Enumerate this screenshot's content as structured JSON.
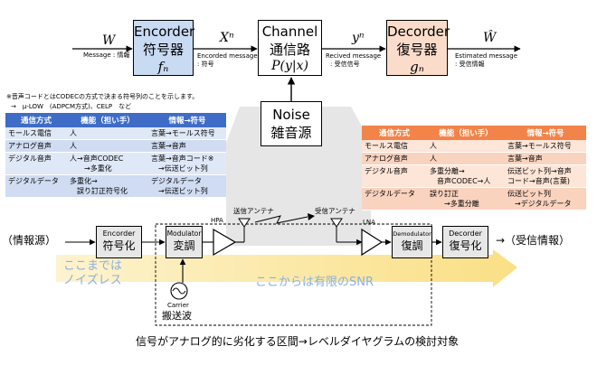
{
  "top_chain": {
    "input_label": "W",
    "input_caption": "Message : 情報",
    "encoder": {
      "title_en": "Encorder",
      "title_jp": "符号器",
      "func": "fₙ"
    },
    "encoded_label": "Xⁿ",
    "encoded_caption_1": "Encorded message",
    "encoded_caption_2": ": 符号",
    "channel": {
      "title_en": "Channel",
      "title_jp": "通信路",
      "func": "P(y|x)"
    },
    "received_label": "yⁿ",
    "received_caption_1": "Recived message",
    "received_caption_2": ": 受信信号",
    "decoder": {
      "title_en": "Decorder",
      "title_jp": "復号器",
      "func": "gₙ"
    },
    "output_label": "Ŵ",
    "output_caption_1": "Estimated message",
    "output_caption_2": ": 受信情報",
    "noise": {
      "title_en": "Noise",
      "title_jp": "雑音源"
    }
  },
  "note": {
    "line1": "※音声コードとはCODECの方式で決まる符号列のことを示します。",
    "line2": "→　μ-LOW　(ADPCM方式)、CELP　など"
  },
  "left_table": {
    "headers": [
      "通信方式",
      "機能（担い手）",
      "情報→符号"
    ],
    "rows": [
      [
        "モールス電信",
        "人",
        "言葉→モールス符号"
      ],
      [
        "アナログ音声",
        "人",
        "言葉→音声"
      ],
      [
        "デジタル音声",
        "人→音声CODEC\n　　→多重化",
        "言葉→音声コード※\n　→伝送ビット列"
      ],
      [
        "デジタルデータ",
        "多重化→\n　誤り訂正符号化",
        "デジタルデータ\n　→伝送ビット列"
      ]
    ]
  },
  "right_table": {
    "headers": [
      "通信方式",
      "機能（担い手）",
      "情報→符号"
    ],
    "rows": [
      [
        "モールス電信",
        "人",
        "言葉→モールス符号"
      ],
      [
        "アナログ音声",
        "人",
        "言葉→音声"
      ],
      [
        "デジタル音声",
        "多重分離→\n　音声CODEC→人",
        "伝送ビット列→音声\nコード→音声(言葉)"
      ],
      [
        "デジタルデータ",
        "誤り訂正\n　　→多重分離",
        "伝送ビット列\n　→デジタルデータ"
      ]
    ]
  },
  "bottom_chain": {
    "source": "（情報源）",
    "encoder": {
      "title_en": "Encorder",
      "title_jp": "符号化"
    },
    "modulator": {
      "title_en": "Modulator",
      "title_jp": "変調"
    },
    "hpa": "HPA",
    "tx_antenna": "送信アンテナ",
    "rx_antenna": "受信アンテナ",
    "lna": "LNA",
    "demodulator": {
      "title_en": "Demodulator",
      "title_jp": "復調"
    },
    "decoder": {
      "title_en": "Decorder",
      "title_jp": "復号化"
    },
    "sink": "→（受信情報）",
    "carrier_en": "Carrier",
    "carrier_jp": "搬送波"
  },
  "regions": {
    "noiseless_1": "ここまでは",
    "noiseless_2": "ノイズレス",
    "finite_snr": "ここからは有限のSNR"
  },
  "footer": "信号がアナログ的に劣化する区間→レベルダイヤグラムの検討対象",
  "colors": {
    "blue_box": "#c9daf3",
    "orange_box": "#fbdccb",
    "blue_header": "#3e6cc6",
    "orange_header": "#f2844a",
    "yellow_band": "#fbe9a6",
    "grey_funnel": "#e6e6e6"
  }
}
